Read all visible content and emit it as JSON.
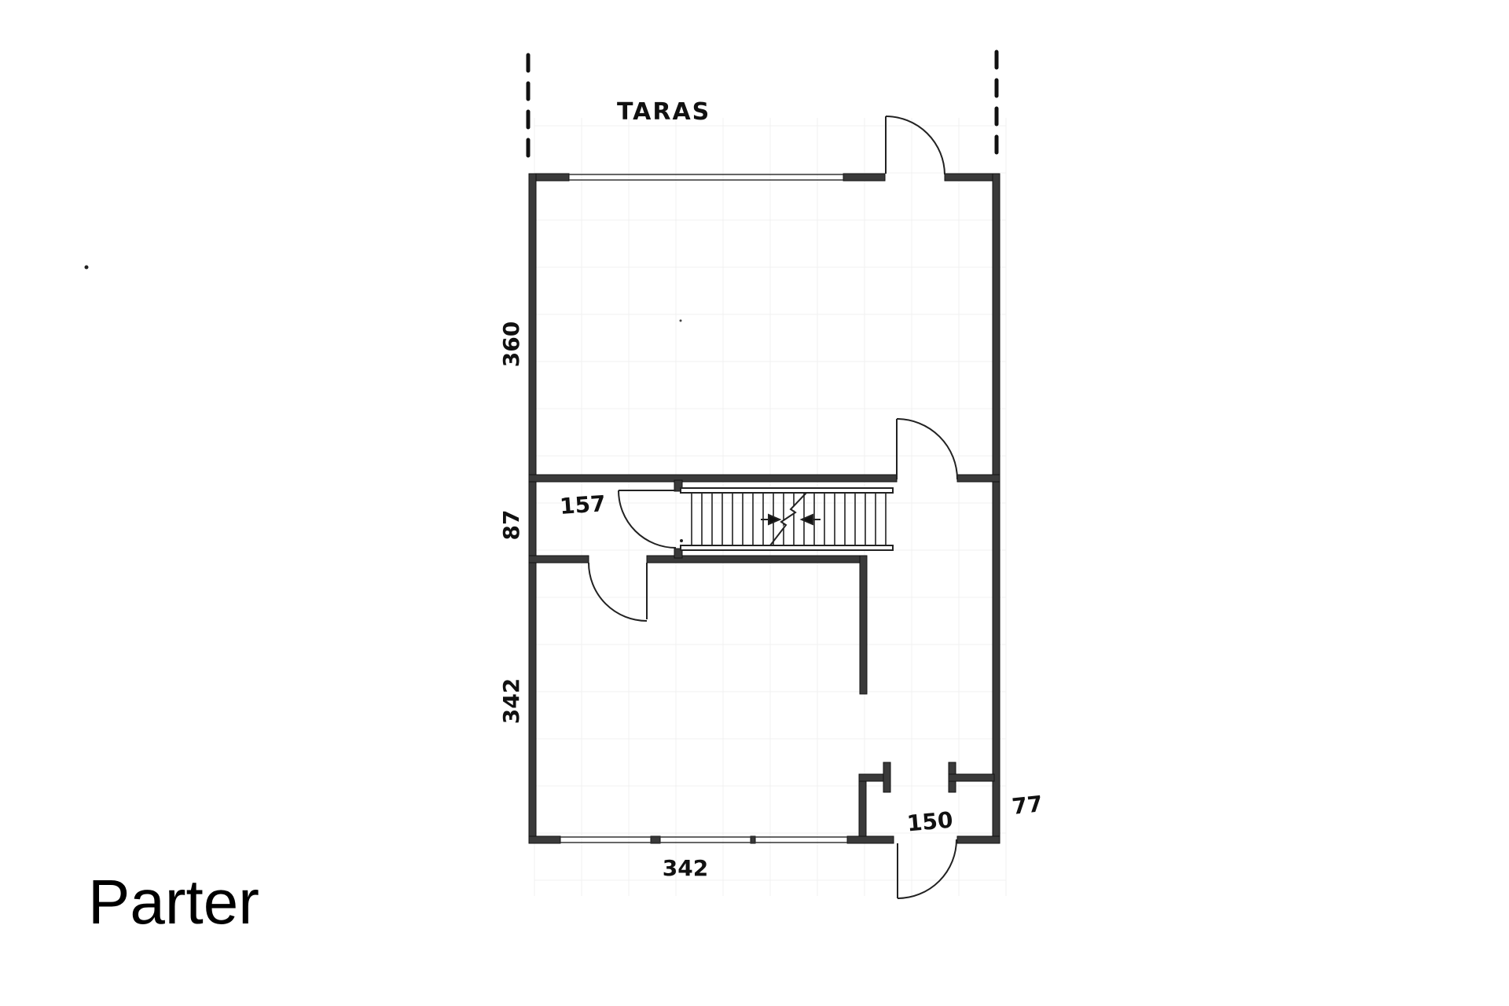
{
  "floor_title": "Parter",
  "labels": {
    "terrace": "TARAS"
  },
  "dimensions": {
    "upper_room_height": "360",
    "corridor_height": "87",
    "lower_room_height": "342",
    "bottom_width": "342",
    "small_room_width": "157",
    "entry_width": "150",
    "entry_depth": "77"
  },
  "colors": {
    "wall": "#3a3a3a",
    "grid": "#f0f0f0",
    "text": "#111111"
  }
}
